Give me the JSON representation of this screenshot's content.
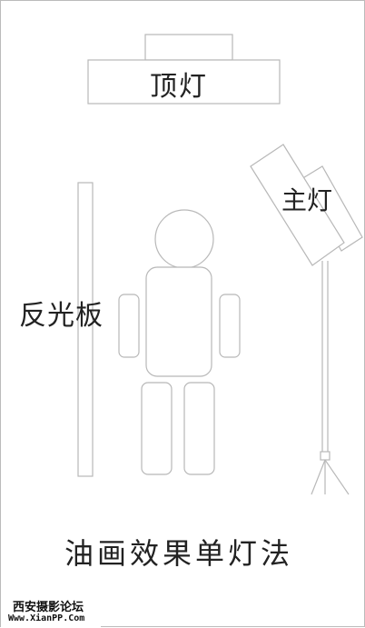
{
  "labels": {
    "top_light": "顶灯",
    "key_light": "主灯",
    "reflector": "反光板"
  },
  "caption": "油画效果单灯法",
  "watermark": {
    "line1": "西安摄影论坛",
    "line2": "Www.XianPP.Com"
  },
  "colors": {
    "outline": "#b8b8b8",
    "text": "#222222",
    "background": "#ffffff"
  }
}
